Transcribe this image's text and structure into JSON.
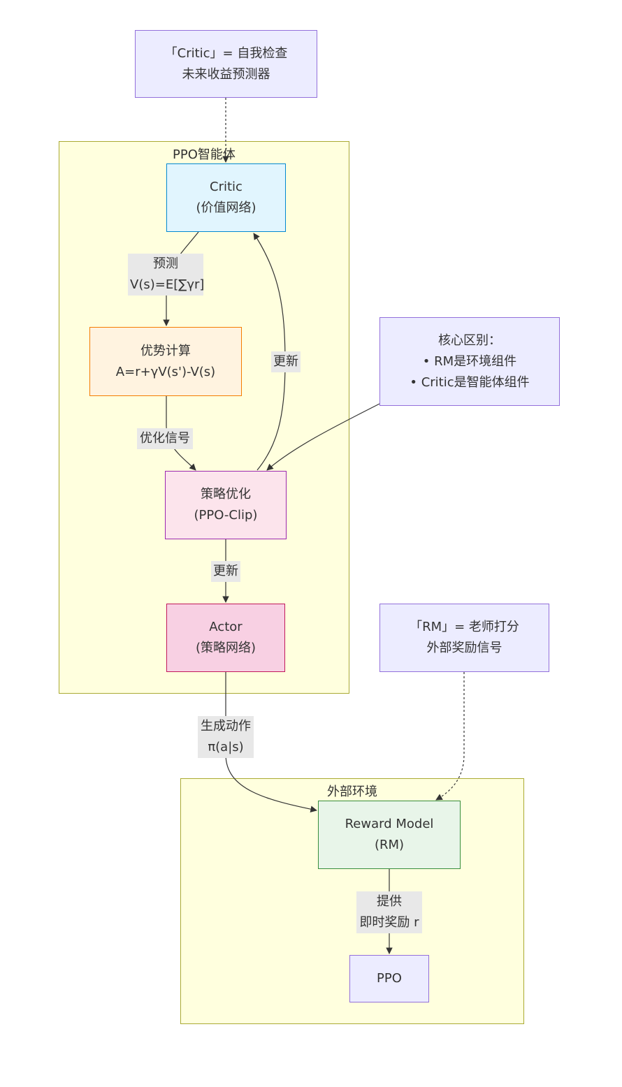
{
  "groups": {
    "agent": {
      "title": "PPO智能体"
    },
    "env": {
      "title": "外部环境"
    }
  },
  "nodes": {
    "critic_note": {
      "line1": "「Critic」= 自我检查",
      "line2": "未来收益预测器"
    },
    "critic": {
      "line1": "Critic",
      "line2": "(价值网络)"
    },
    "advantage": {
      "line1": "优势计算",
      "line2": "A=r+γV(s')-V(s)"
    },
    "diff_note": {
      "line1": "核心区别：",
      "line2": "• RM是环境组件",
      "line3": "• Critic是智能体组件"
    },
    "policy_opt": {
      "line1": "策略优化",
      "line2": "(PPO-Clip)"
    },
    "actor": {
      "line1": "Actor",
      "line2": "(策略网络)"
    },
    "rm_note": {
      "line1": "「RM」= 老师打分",
      "line2": "外部奖励信号"
    },
    "reward_model": {
      "line1": "Reward Model",
      "line2": "(RM)"
    },
    "ppo": {
      "line1": "PPO"
    }
  },
  "edge_labels": {
    "predict": {
      "line1": "预测",
      "line2": "V(s)=E[∑γr]"
    },
    "update_critic": {
      "line1": "更新"
    },
    "optimize_signal": {
      "line1": "优化信号"
    },
    "update_actor": {
      "line1": "更新"
    },
    "generate_action": {
      "line1": "生成动作",
      "line2": "π(a|s)"
    },
    "provide": {
      "line1": "提供",
      "line2": "即时奖励 r"
    }
  },
  "colors": {
    "group_fill": "#ffffde",
    "group_stroke": "#aaaa33",
    "note_fill": "#ececff",
    "note_stroke": "#9370db",
    "critic_fill": "#e1f5fe",
    "critic_stroke": "#0288d1",
    "advantage_fill": "#fff3e0",
    "advantage_stroke": "#f57c00",
    "policy_fill": "#fce4ec",
    "policy_stroke": "#9c27b0",
    "actor_fill": "#f8d0e3",
    "actor_stroke": "#c2185b",
    "rm_fill": "#e8f5e9",
    "rm_stroke": "#388e3c",
    "edge": "#333333",
    "label_bg": "#e8e8e8"
  }
}
